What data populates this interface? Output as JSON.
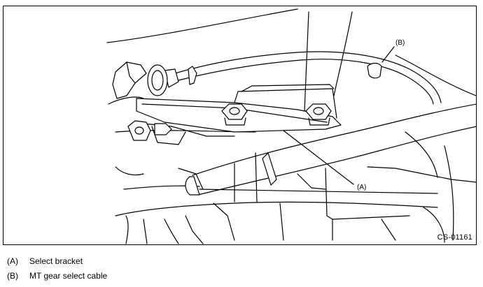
{
  "figure": {
    "id": "CS-01161"
  },
  "callouts": [
    {
      "key": "A",
      "text": "(A)"
    },
    {
      "key": "B",
      "text": "(B)"
    }
  ],
  "legend": [
    {
      "key": "(A)",
      "label": "Select bracket"
    },
    {
      "key": "(B)",
      "label": "MT gear select cable"
    }
  ]
}
